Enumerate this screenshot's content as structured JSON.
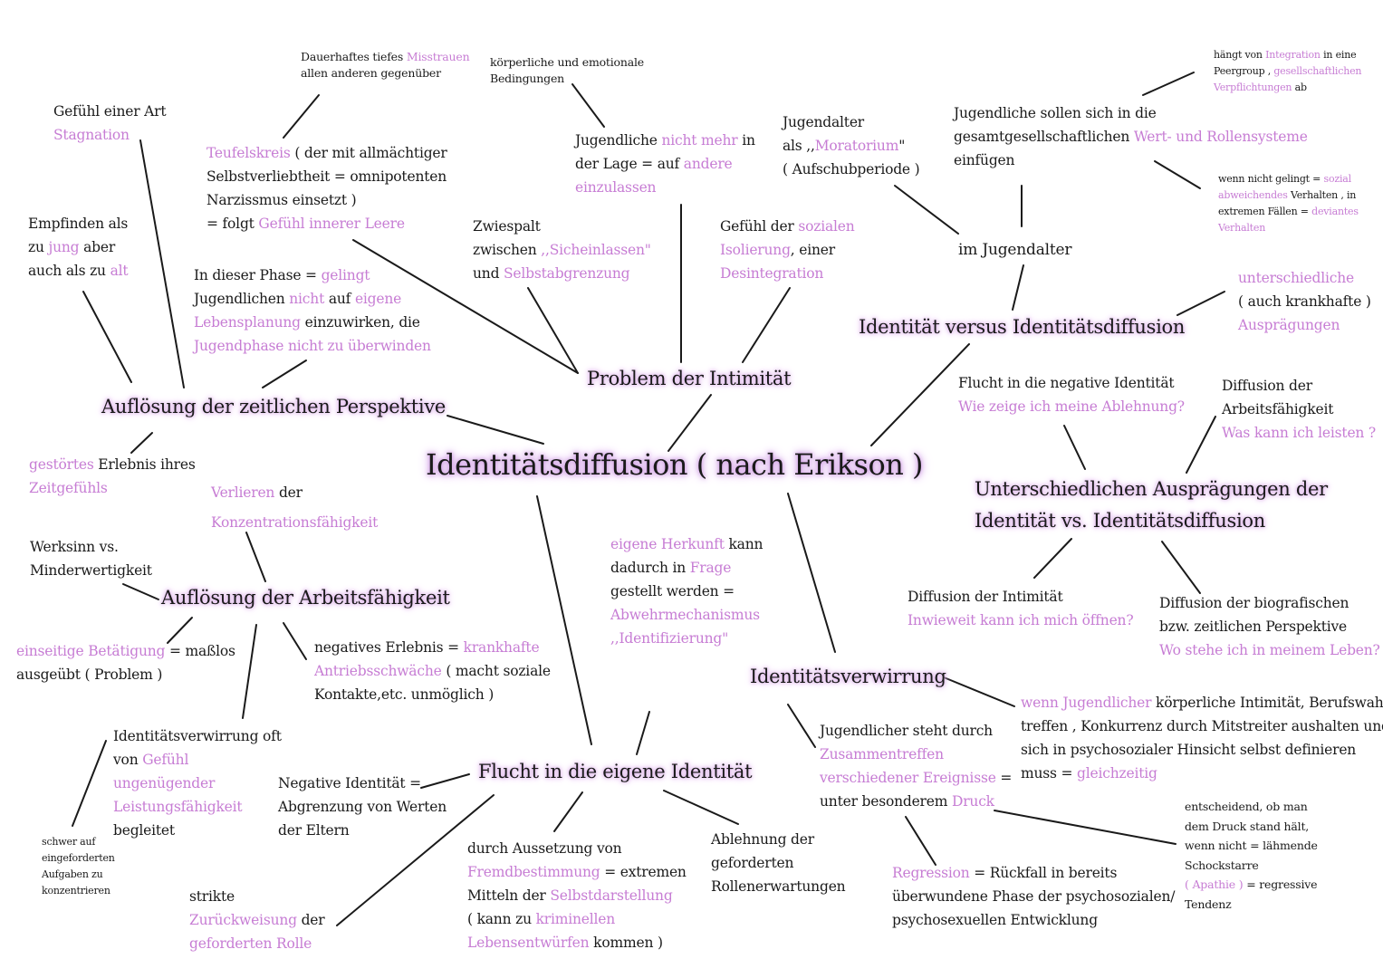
{
  "center": "Identitätsdiffusion ( nach Erikson )",
  "headings": {
    "intimitaet": "Problem der Intimität",
    "zeit": "Auflösung der zeitlichen Perspektive",
    "identitaet_vs": "Identität versus Identitätsdiffusion",
    "auspraegungen_1": "Unterschiedlichen Ausprägungen der",
    "auspraegungen_2": "Identität vs. Identitätsdiffusion",
    "arbeit": "Auflösung der Arbeitsfähigkeit",
    "flucht": "Flucht in die eigene Identität",
    "verwirrung": "Identitätsverwirrung"
  },
  "notes": {
    "misstrauen_1": "Dauerhaftes tiefes ",
    "misstrauen_1p": "Misstrauen",
    "misstrauen_2": "allen anderen gegenüber",
    "koerper_1": "körperliche und emotionale",
    "koerper_2": "Bedingungen",
    "stagnation_1": "Gefühl einer Art",
    "stagnation_2": "Stagnation",
    "teufel_1p": "Teufelskreis",
    "teufel_1": " ( der mit allmächtiger",
    "teufel_2": "Selbstverliebtheit = omnipotenten",
    "teufel_3": "Narzissmus einsetzt )",
    "teufel_4": "= folgt ",
    "teufel_4p": "Gefühl innerer Leere",
    "lage_1a": "Jugendliche ",
    "lage_1p": "nicht mehr",
    "lage_1b": " in",
    "lage_2a": "der Lage = auf ",
    "lage_2p": "andere",
    "lage_3p": "einzulassen",
    "mora_1": "Jugendalter",
    "mora_2a": "als ,,",
    "mora_2p": "Moratorium",
    "mora_2b": "\"",
    "mora_3": "( Aufschubperiode )",
    "einfuegen_1": "Jugendliche sollen sich in die",
    "einfuegen_2a": "gesamtgesellschaftlichen ",
    "einfuegen_2p": "Wert- und Rollensysteme",
    "einfuegen_3": "einfügen",
    "peer_1a": "hängt von ",
    "peer_1p": "Integration",
    "peer_1b": " in eine",
    "peer_2a": "Peergroup , ",
    "peer_2p": "gesellschaftlichen",
    "peer_3p": "Verpflichtungen",
    "peer_3b": " ab",
    "sozial_1a": "wenn nicht gelingt = ",
    "sozial_1p": "sozial",
    "sozial_2p": "abweichendes",
    "sozial_2b": " Verhalten , in",
    "sozial_3a": "extremen Fällen = ",
    "sozial_3p": "deviantes",
    "sozial_4p": "Verhalten",
    "jung_1": "Empfinden als",
    "jung_2a": "zu ",
    "jung_2p": "jung",
    "jung_2b": " aber",
    "jung_3a": "auch als zu ",
    "jung_3p": "alt",
    "zwie_1": "Zwiespalt",
    "zwie_2a": "zwischen ",
    "zwie_2p": ",,Sicheinlassen\"",
    "zwie_3a": "und ",
    "zwie_3p": "Selbstabgrenzung",
    "iso_1a": "Gefühl der ",
    "iso_1p": "sozialen",
    "iso_2p": "Isolierung",
    "iso_2b": ", einer",
    "iso_3p": "Desintegration",
    "jugendalter": "im Jugendalter",
    "phase_1a": "In dieser Phase = ",
    "phase_1p": "gelingt",
    "phase_2a": "Jugendlichen ",
    "phase_2p1": "nicht",
    "phase_2b": " auf ",
    "phase_2p2": "eigene",
    "phase_3p": "Lebensplanung",
    "phase_3b": " einzuwirken, die",
    "phase_4p": "Jugendphase nicht zu überwinden",
    "krank_1p": "unterschiedliche",
    "krank_2": "( auch krankhafte )",
    "krank_3p": "Ausprägungen",
    "neg_1": "Flucht in die negative Identität",
    "neg_2p": "Wie zeige ich meine Ablehnung?",
    "arbf_1": "Diffusion der",
    "arbf_2": "Arbeitsfähigkeit",
    "arbf_3p": "Was kann ich leisten ?",
    "zeitg_1p": "gestörtes",
    "zeitg_1b": " Erlebnis ihres",
    "zeitg_2p": "Zeitgefühls",
    "konz_1p": "Verlieren",
    "konz_1b": " der",
    "konz_2p": "Konzentrationsfähigkeit",
    "herk_1p": "eigene Herkunft",
    "herk_1b": " kann",
    "herk_2a": "dadurch in ",
    "herk_2p": "Frage",
    "herk_3": "gestellt werden =",
    "herk_4p": "Abwehrmechanismus",
    "herk_5p": ",,Identifizierung\"",
    "werk_1": "Werksinn vs.",
    "werk_2": "Minderwertigkeit",
    "dint_1": "Diffusion der Intimität",
    "dint_2p": "Inwieweit kann ich mich öffnen?",
    "bio_1": "Diffusion der biografischen",
    "bio_2": "bzw. zeitlichen Perspektive",
    "bio_3p": "Wo stehe ich in meinem Leben?",
    "einseit_1p": "einseitige Betätigung",
    "einseit_1b": " = maßlos",
    "einseit_2": "ausgeübt ( Problem )",
    "antrieb_1a": "negatives Erlebnis = ",
    "antrieb_1p": "krankhafte",
    "antrieb_2p": "Antriebsschwäche",
    "antrieb_2b": " ( macht soziale",
    "antrieb_3": "Kontakte,etc. unmöglich )",
    "wenn_1p": "wenn Jugendlicher",
    "wenn_1b": " körperliche Intimität, Berufswahl",
    "wenn_2": "treffen , Konkurrenz durch Mitstreiter aushalten und",
    "wenn_3": "sich in psychosozialer Hinsicht selbst definieren",
    "wenn_4a": "muss = ",
    "wenn_4p": "gleichzeitig",
    "druck_1": "Jugendlicher steht durch",
    "druck_2p": "Zusammentreffen",
    "druck_3p": "verschiedener Ereignisse",
    "druck_3b": " =",
    "druck_4a": "unter besonderem ",
    "druck_4p": "Druck",
    "leist_1": "Identitätsverwirrung oft",
    "leist_2a": "von ",
    "leist_2p": "Gefühl",
    "leist_3p": "ungenügender",
    "leist_4p": "Leistungsfähigkeit",
    "leist_5": "begleitet",
    "negid_1": "Negative Identität =",
    "negid_2": "Abgrenzung von Werten",
    "negid_3": "der Eltern",
    "schwer_1": "schwer auf",
    "schwer_2": "eingeforderten",
    "schwer_3": "Aufgaben zu",
    "schwer_4": "konzentrieren",
    "fremd_1": "durch Aussetzung von",
    "fremd_2p": "Fremdbestimmung",
    "fremd_2b": " = extremen",
    "fremd_3a": "Mitteln der ",
    "fremd_3p": "Selbstdarstellung",
    "fremd_4a": "( kann zu ",
    "fremd_4p": "kriminellen",
    "fremd_5p": "Lebensentwürfen",
    "fremd_5b": " kommen )",
    "ablehn_1": "Ablehnung der",
    "ablehn_2": "geforderten",
    "ablehn_3": "Rollenerwartungen",
    "regr_1p": "Regression",
    "regr_1b": " = Rückfall in bereits",
    "regr_2": "überwundene Phase der psychosozialen/",
    "regr_3": "psychosexuellen Entwicklung",
    "schock_1": "entscheidend, ob man",
    "schock_2": "dem Druck stand hält,",
    "schock_3": "wenn nicht = lähmende",
    "schock_4": "Schockstarre",
    "schock_5p": "( Apathie )",
    "schock_5b": " = regressive",
    "schock_6": "Tendenz",
    "strikt_1": "strikte",
    "strikt_2p": "Zurückweisung",
    "strikt_2b": " der",
    "strikt_3p": "geforderten Rolle"
  },
  "colors": {
    "accent": "#c77dd4",
    "text": "#1a1a1a",
    "glow": "#d8a8e8"
  }
}
